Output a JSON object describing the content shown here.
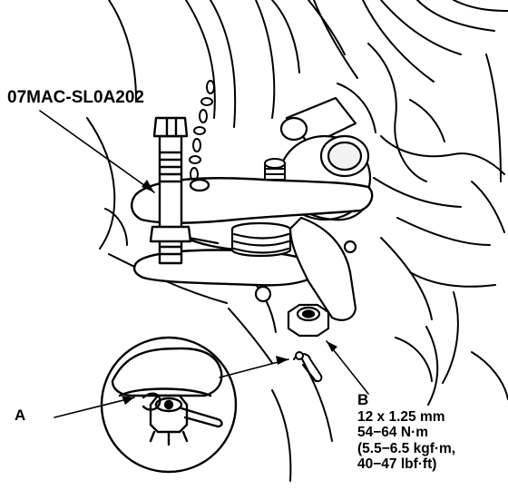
{
  "labels": {
    "tool_number": "07MAC-SL0A202",
    "callout_a": "A",
    "callout_b": "B"
  },
  "callout_b_spec": {
    "thread": "12 x 1.25 mm",
    "torque_nm": "54−64 N·m",
    "torque_kgfm": "(5.5−6.5 kgf·m,",
    "torque_lbfft": "40−47 lbf·ft)"
  },
  "colors": {
    "line": "#000000",
    "background": "#ffffff"
  }
}
